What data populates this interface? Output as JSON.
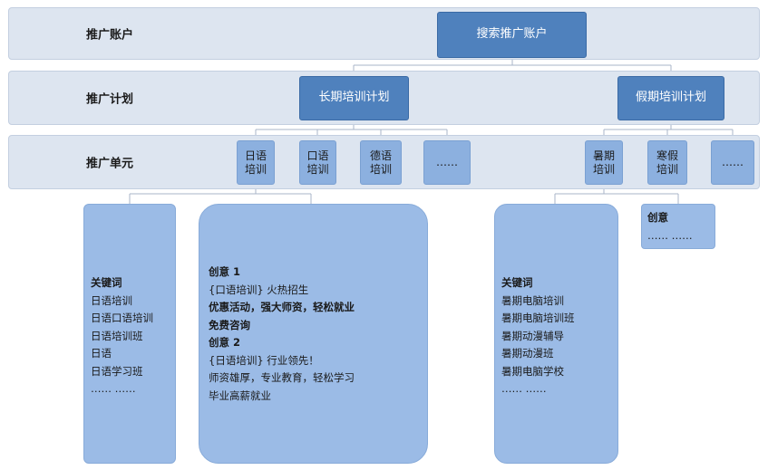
{
  "bands": {
    "account": "推广账户",
    "plan": "推广计划",
    "unit": "推广单元"
  },
  "account_node": "搜索推广账户",
  "plans": {
    "long_term": "长期培训计划",
    "holiday": "假期培训计划"
  },
  "units": {
    "japanese": [
      "日语",
      "培训"
    ],
    "spoken": [
      "口语",
      "培训"
    ],
    "german": [
      "德语",
      "培训"
    ],
    "more_long": "……",
    "summer": [
      "暑期",
      "培训"
    ],
    "winter": [
      "寒假",
      "培训"
    ],
    "more_holiday": "……"
  },
  "japanese_keywords": {
    "heading": "关键词",
    "items": [
      "日语培训",
      "日语口语培训",
      "日语培训班",
      "日语",
      "日语学习班",
      "…… ……"
    ]
  },
  "japanese_creative": {
    "lines": [
      "创意 1",
      "{口语培训} 火热招生",
      "优惠活动，强大师资，轻松就业",
      "免费咨询",
      "创意 2",
      "{日语培训} 行业领先！",
      "师资雄厚，专业教育，轻松学习",
      "毕业高薪就业"
    ]
  },
  "summer_keywords": {
    "heading": "关键词",
    "items": [
      "暑期电脑培训",
      "暑期电脑培训班",
      "暑期动漫辅导",
      "暑期动漫班",
      "暑期电脑学校",
      "…… ……"
    ]
  },
  "winter_creative": {
    "heading": "创意",
    "placeholder": "…… ……"
  },
  "colors": {
    "band_bg": "#dde5f0",
    "node_dark": "#4f81bd",
    "node_unit": "#8cb0df",
    "panel": "#9bbbe6",
    "connector": "#a8b6c8"
  }
}
